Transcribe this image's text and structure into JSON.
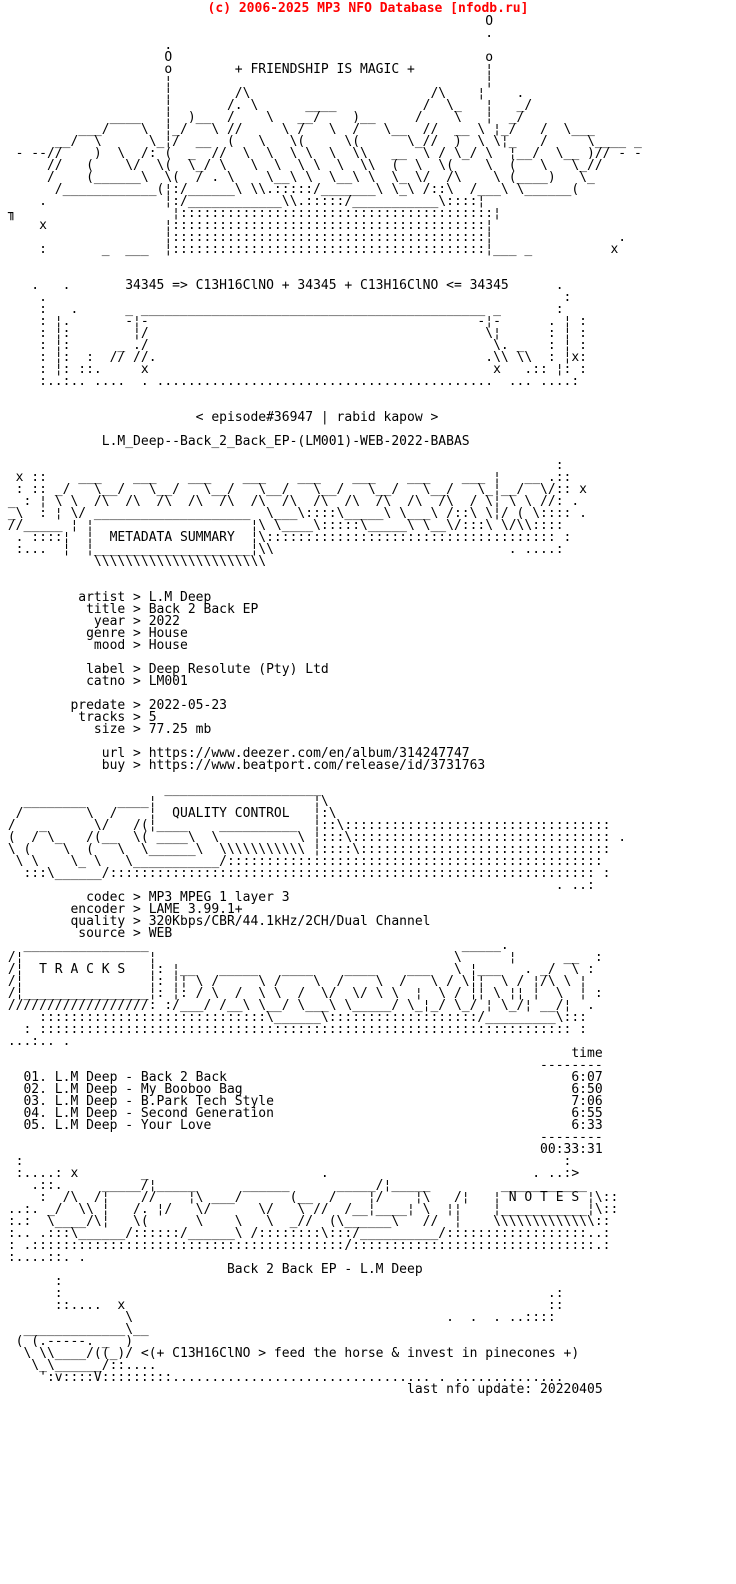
{
  "header": {
    "text": "(c) 2006-2025 MP3 NFO Database [nfodb.ru]",
    "color": "#ff0000"
  },
  "scene": {
    "banner": "+ FRIENDSHIP IS MAGIC +",
    "chem_line": "34345 => C13H16ClNO + 34345 + C13H16ClNO <= 34345",
    "episode": "36947",
    "episode_line": "< episode#36947 | rabid kapow >",
    "release_name": "L.M_Deep--Back_2_Back_EP-(LM001)-WEB-2022-BABAS",
    "group": "BABAS",
    "section_titles": [
      "METADATA SUMMARY",
      "QUALITY CONTROL",
      "T R A C K S",
      "N O T E S"
    ],
    "album_note": "Back 2 Back EP - L.M Deep",
    "horse_line": "<(+ C13H16ClNO > feed the horse & invest in pinecones +)",
    "footer_label": "last nfo update:",
    "footer_value": "20220405"
  },
  "release": {
    "artist": "L.M Deep",
    "title": "Back 2 Back EP",
    "year": "2022",
    "genre": "House",
    "mood": "House",
    "label": "Deep Resolute (Pty) Ltd",
    "catno": "LM001",
    "predate": "2022-05-23",
    "tracks": "5",
    "size": "77.25 mb",
    "url": "https://www.deezer.com/en/album/314247747",
    "buy": "https://www.beatport.com/release/id/3731763",
    "codec": "MP3 MPEG 1 layer 3",
    "encoder": "LAME 3.99.1+",
    "quality": "320Kbps/CBR/44.1kHz/2CH/Dual Channel",
    "source": "WEB"
  },
  "tracklist": {
    "time_header": "time",
    "rows": [
      {
        "no": "01",
        "artist": "L.M Deep",
        "title": "Back 2 Back",
        "time": "6:07"
      },
      {
        "no": "02",
        "artist": "L.M Deep",
        "title": "My Booboo Bag",
        "time": "6:50"
      },
      {
        "no": "03",
        "artist": "L.M Deep",
        "title": "B.Park Tech Style",
        "time": "7:06"
      },
      {
        "no": "04",
        "artist": "L.M Deep",
        "title": "Second Generation",
        "time": "6:55"
      },
      {
        "no": "05",
        "artist": "L.M Deep",
        "title": "Your Love",
        "time": "6:33"
      }
    ],
    "total_time": "00:33:31"
  },
  "nfo": {
    "top_art": [
      "                                                              O",
      "                                                              .",
      "                     .",
      "                     O                                        o",
      "                     o        + FRIENDSHIP IS MAGIC +         ¦",
      "                     ¦                                        ¦",
      "                     ¦        /\\                       /\\    ¦    .",
      "                     ¦       /. \\      ____           /  \\_   ¦   _/",
      "              ____   ¦  )__  /    \\   __/    )__     /    \\   ¦  _/",
      "          ___/    \\  ¦_/   \\ //     \\ /   \\  /   \\__  //  __ \\ ¦_/   /  \\___",
      "       __/  \\      \\_¦/  __  (   \\   \\(     \\(      \\_//  )  \\ \\¦_   /     \\____ _",
      "  - --//    )  \\  /: (  _  //  \\  \\  \\ \\  \\  \\\\   __  \\ / \\_/ \\  ¦__/  \\__ )// - -",
      "      //   (    \\/  \\(  \\_/ \\   \\  \\  \\ \\  \\  \\\\  (  \\  \\(    \\  (   \\   \\_//",
      "      /    (______\\  \\(  / . \\    \\__\\ \\  \\__\\ \\  \\_ \\/  /\\    \\ (____)   \\_",
      "       /____________(¦:/______\\ \\\\.:::::/_______\\ \\_\\ /::\\  /___\\ \\______(",
      "     .               ¦:/____________\\\\.:::::/___________\\::::¦",
      " ╖                    ¦::::::::::::::::::::::::::::::::::::::::¦",
      "     x               ¦::::::::::::::::::::::::::::::::::::::::¦",
      "                     ¦::::::::::::::::::::::::::::::::::::::::¦                .",
      "     :       _  ___  ¦::::::::::::::::::::::::::::::::::::::::¦___ _          x",
      "",
      "",
      "    .   .       34345 => C13H16ClNO + 34345 + C13H16ClNO <= 34345      .",
      "     .                                                                  :",
      "     :   .      _ ____________________________________________ _       :",
      "     : ¦.       -¦-                                          -¦-      . ¦ :",
      "     : ¦:        ¦/                                           \\¦      : ¦ :",
      "     : ¦:      _ ./                                            \\. _   : ¦ :",
      "     : ¦:  :  // //.                                          .\\\\ \\\\  : ¦x:",
      "     : ¦: ::.     x                                            x   .:: ¦: :",
      "     :..:.. ....  . ...........................................  ... ....:",
      "",
      "",
      ""
    ],
    "episode": [
      "                         < episode#36947 | rabid kapow >",
      "",
      ""
    ],
    "release_name": [
      "             L.M_Deep--Back_2_Back_EP-(LM001)-WEB-2022-BABAS",
      "",
      ""
    ],
    "metadata_art": [
      "                                                                       :",
      "  x ::    ___    ___    ___    ___    ___    ___    ___    ___ ¦   __ .::",
      "  : :: _/   \\__/   \\__/   \\__/   \\__/   \\__/   \\__/   \\__/   \\_¦__/  \\/:: x",
      " _ : ¦ \\ \\  /\\  /\\  /\\  /\\  /\\  /\\  /\\  /\\  /\\  /\\  /\\  /\\  / \\¦ \\ \\ //: .",
      " _\\  : ¦ \\/ ____________________  \\___\\::::\\_____\\ \\___\\ /::\\ \\¦/ ( \\:::: .",
      " //_____ ¦ ¦                    ¦\\ \\____\\:::::\\_____\\ \\__\\/:::\\ \\/\\\\::::",
      "  . ::::¦  ¦  METADATA SUMMARY  ¦\\::::::::::::::::::::::::::::::::::::: :",
      "  :...  ¦  ¦____________________¦\\\\                              . ....:",
      "            \\\\\\\\\\\\\\\\\\\\\\\\\\\\\\\\\\\\\\\\\\\\",
      "",
      "",
      ""
    ],
    "metadata_block": [
      "          artist > L.M Deep",
      "           title > Back 2 Back EP",
      "            year > 2022",
      "           genre > House",
      "            mood > House",
      "",
      "           label > Deep Resolute (Pty) Ltd",
      "           catno > LM001",
      "",
      "         predate > 2022-05-23",
      "          tracks > 5",
      "            size > 77.25 mb",
      "",
      "             url > https://www.deezer.com/en/album/314247747",
      "             buy > https://www.beatport.com/release/id/3731763",
      "",
      ""
    ],
    "quality_art": [
      "                     ____________________",
      "   ________    ____¦                    ¦\\",
      "  /        \\  /    ¦  QUALITY CONTROL   ¦:\\",
      " /   _      \\/   /(¦____    __________  ¦::\\::::::::::::::::::::::::::::::::::",
      " (  / \\_   /(__  \\( ____\\  \\          \\ ¦:::\\::::::::::::::::::::::::::::::::: .",
      " \\ (    \\  (   \\  \\______\\  \\\\\\\\\\\\\\\\\\\\\\ ¦::::\\::::::::::::::::::::::::::::::::",
      "  \\ \\    \\_ \\   \\___________/::::::::::::::::::::::::::::::::::::::::::::::::",
      "   :::\\______/:::::::::::::::::::::::::::::::::::::::::::::::::::::::::::::: :",
      "                                                                       . ..:",
      ""
    ],
    "quality_block": [
      "           codec > MP3 MPEG 1 layer 3",
      "         encoder > LAME 3.99.1+",
      "         quality > 320Kbps/CBR/44.1kHz/2CH/Dual Channel",
      "          source > WEB",
      ""
    ],
    "tracks_art": [
      "   ________________                                        _____.",
      " /¦                ¦                                      \\      ¦      __  :",
      " /¦  T R A C K S   ¦: ¦__   _____   ____    ____    ___   \\ ¦___   . _/  \\ :",
      " /¦                ¦: ¦¦ \\ /     \\ /    \\  /    \\  /   \\ / \\¦¦  \\ / ¦/\\ \\ ¦",
      " /¦________________¦: ¦: / \\  /  \\ \\  /  \\/  \\/ \\ \\  ¦  \\ / ¦¦ \\ ¦¦ ¦  \\  ¦ :",
      " //////////////////: :/___/ /__\\ \\__/ \\___\\ \\_____/ \\_¦_/ \\_/ ¦ \\_/¦ __/¦  .",
      "     :::::::::::::::::::::::::::::\\______\\:::::::::::::::::::/_________\\:::",
      "   : :::::::::::::::::::::::::::::::::::::::::::::::::::::::::::::::::::: :",
      " ...:.. .",
      ""
    ],
    "tracks_block": [
      "                                                                         time",
      "                                                                     --------",
      "   01. L.M Deep - Back 2 Back                                            6:07",
      "   02. L.M Deep - My Booboo Bag                                          6:50",
      "   03. L.M Deep - B.Park Tech Style                                      7:06",
      "   04. L.M Deep - Second Generation                                      6:55",
      "   05. L.M Deep - Your Love                                              6:33",
      "                                                                     --------",
      "                                                                     00:33:31",
      ""
    ],
    "notes_art": [
      "  :                                                                     :",
      "  :....: x        _                      .                          . ..:>",
      "    .::.     _____/¦_____      ______      _____/¦_____         ___________",
      "     :  /\\  /¦    //    ¦\\ ___/      (__  /    ¦/    ¦\\   /¦   ¦ N O T E S ¦\\::",
      " ..:. _/  \\\\ ¦   /. ¦/   \\/      \\/   \\ //  /__¦____¦ \\  ¦¦    ¦___________¦\\::",
      " :.:  \\____/\\¦   \\(      \\    \\   \\  _//  (\\______\\   //  ¦    \\\\\\\\\\\\\\\\\\\\\\\\\\::",
      " :.. .:::\\______/::::::/______\\ /::::::::\\:::/__________/::::::::::::::::::..:",
      " : .::::::::::::::::::::::::::::::::::::::::/:::::::::::::::::::::::::::::::.:",
      " :....::. .",
      ""
    ],
    "album_line": [
      "                             Back 2 Back EP - L.M Deep",
      ""
    ],
    "bottom_art": [
      "       :",
      "       :                                                              .:",
      "       ::....  x                                                      ::",
      "                \\                                        .  .  . ..::::",
      "   _____________\\__",
      "  ( (.-----. _  )",
      "   \\ \\\\____/((_)/ <(+ C13H16ClNO > feed the horse & invest in pinecones +)",
      "    \\_\\______/::....",
      "     ':v::::V:::::::::................................. . ..............",
      ""
    ],
    "footer_line": [
      "                                                    last nfo update: 20220405"
    ]
  }
}
